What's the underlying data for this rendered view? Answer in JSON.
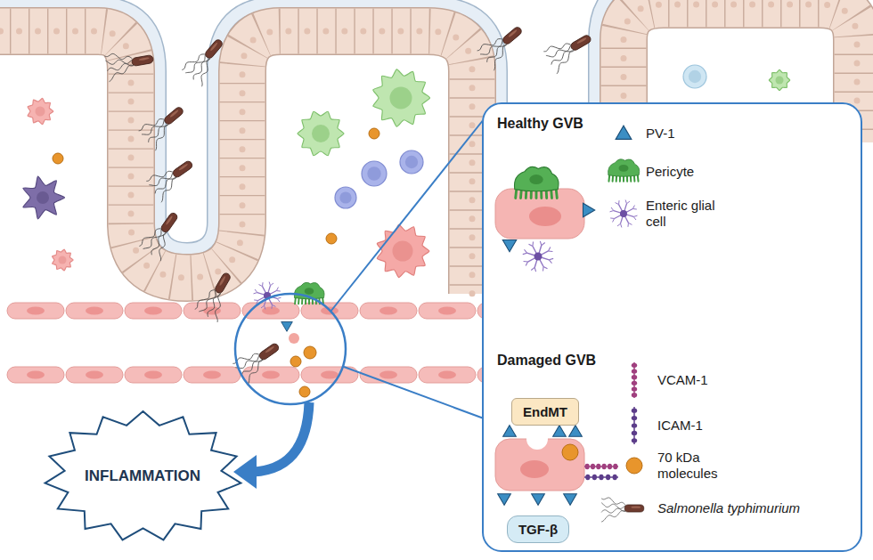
{
  "diagram": {
    "nodes": [
      {
        "text": [
          "Healthy GVB",
          "Damaged GVB"
        ]
      },
      {
        "text": [
          "EndMT"
        ],
        "in": 0
      },
      {
        "text": [
          "TGF-β"
        ],
        "in": 0
      },
      {
        "text": [
          "INFLAMMATION"
        ]
      }
    ],
    "legend": [
      {
        "text": "PV-1"
      },
      {
        "text": "Pericyte"
      },
      {
        "text": "Enteric glial cell"
      },
      {
        "text": "VCAM-1"
      },
      {
        "text": "ICAM-1"
      },
      {
        "text": "70 kDa molecules"
      },
      {
        "text": "Salmonella typhimurium"
      }
    ]
  }
}
